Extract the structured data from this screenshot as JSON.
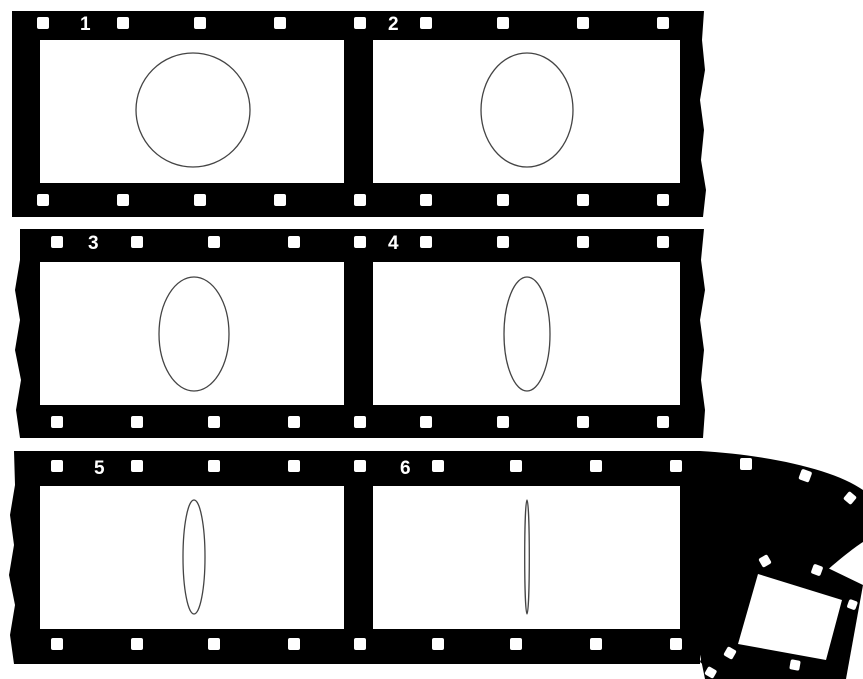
{
  "colors": {
    "film": "#000000",
    "frame_window": "#ffffff",
    "sprocket_hole": "#ffffff",
    "ellipse_stroke": "#444444"
  },
  "strips": [
    {
      "frames": [
        {
          "number": "1",
          "shape": "circle"
        },
        {
          "number": "2",
          "shape": "ellipse"
        }
      ]
    },
    {
      "frames": [
        {
          "number": "3",
          "shape": "ellipse"
        },
        {
          "number": "4",
          "shape": "ellipse"
        }
      ]
    },
    {
      "frames": [
        {
          "number": "5",
          "shape": "ellipse"
        },
        {
          "number": "6",
          "shape": "ellipse"
        }
      ]
    }
  ],
  "ellipse_width_ratio": [
    1.0,
    0.8,
    0.61,
    0.4,
    0.19,
    0.04
  ],
  "curl": {
    "shape": "film-strip-curl"
  }
}
